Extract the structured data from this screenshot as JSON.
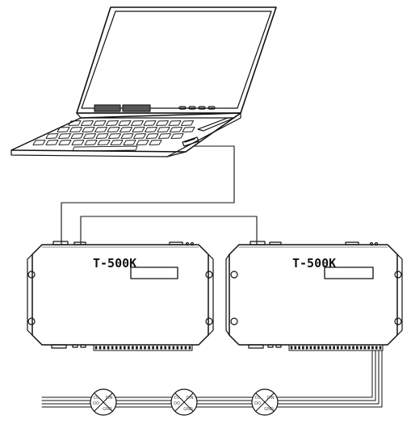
{
  "diagram": {
    "controllers": [
      {
        "model": "T-500K"
      },
      {
        "model": "T-500K"
      }
    ],
    "pixel_pins": [
      "C0",
      "DO",
      "DIN",
      "GND"
    ],
    "pixel_count": 3
  },
  "colors": {
    "line": "#111111",
    "fill": "#ffffff"
  }
}
